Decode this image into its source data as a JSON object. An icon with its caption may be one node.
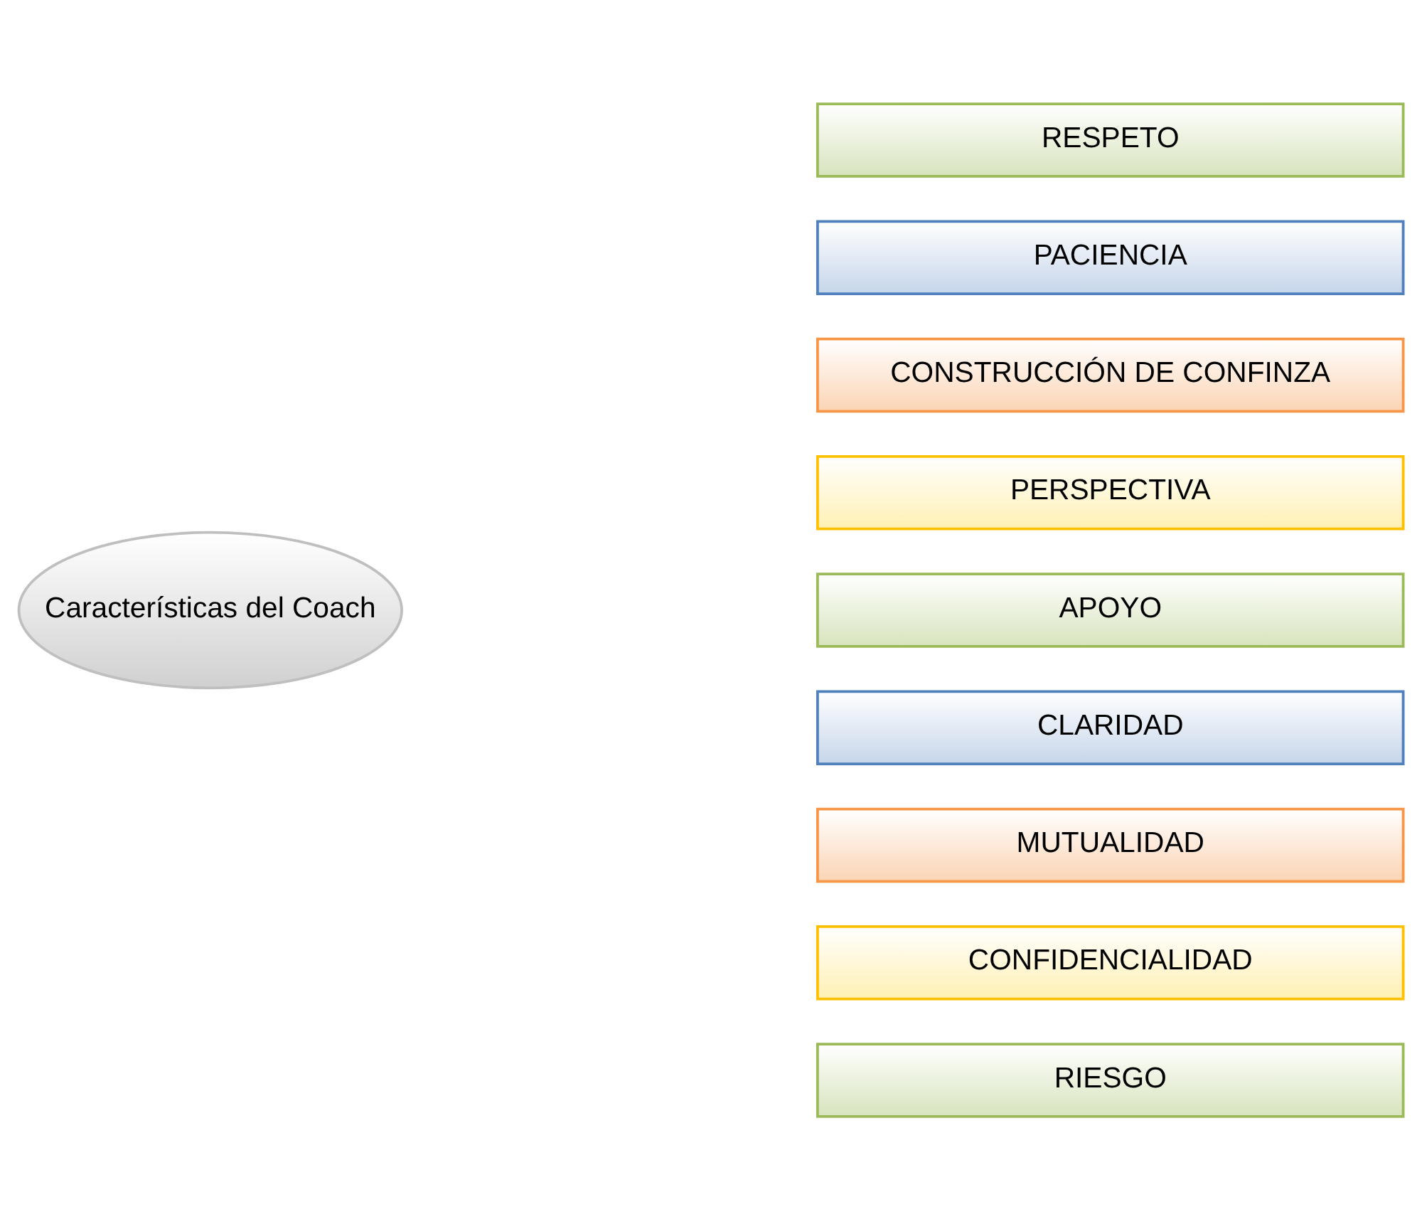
{
  "diagram": {
    "nodes": [
      {
        "text": [
          "Características del Coach"
        ]
      },
      {
        "text": [
          "RESPETO"
        ]
      },
      {
        "text": [
          "PACIENCIA"
        ]
      },
      {
        "text": [
          "CONSTRUCCIÓN DE CONFINZA"
        ]
      },
      {
        "text": [
          "PERSPECTIVA"
        ]
      },
      {
        "text": [
          "APOYO"
        ]
      },
      {
        "text": [
          "CLARIDAD"
        ]
      },
      {
        "text": [
          "MUTUALIDAD"
        ]
      },
      {
        "text": [
          "CONFIDENCIALIDAD"
        ]
      },
      {
        "text": [
          "RIESGO"
        ]
      }
    ],
    "edges": []
  }
}
